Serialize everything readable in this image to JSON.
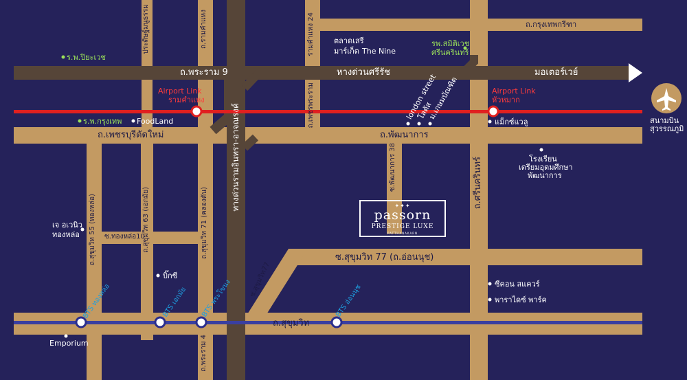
{
  "colors": {
    "background": "#25225a",
    "road": "#c39a62",
    "expressway": "#564538",
    "airport_link": "#e02020",
    "bts_line": "#3a3fa0",
    "hospital_dot": "#9be15a"
  },
  "roads": {
    "krungthep_kreetha": "ถ.กรุงเทพกรีฑา",
    "rama9": "ถ.พระราม 9",
    "si_rat_expressway": "หางด่วนศรีรัช",
    "motorway": "มอเตอร์เวย์",
    "phetchaburi": "ถ.เพชรบุรีตัดใหม่",
    "phatthanakan": "ถ.พัฒนาการ",
    "sukhumvit77": "ซ.สุขุมวิท 77 (ถ.อ่อนนุช)",
    "sukhumvit": "ถ.สุขุมวิท",
    "pracha_uthit": "ประดิษฐ์มนูธรรม",
    "ramkhamhaeng": "ถ.รามคำแหง",
    "ramkhamhaeng24": "รามคำแหง 24",
    "phetphraram": "ถ.เพชรพระราม",
    "chalerm_maha_nakhon": "ทางด่วนรามอินทรา-อาจณรงค์",
    "phatthanakan38": "ซ.พัฒนาการ 38",
    "srinakarin": "ถ.ศรีนครินทร์",
    "sukhumvit55": "ถ.สุขุมวิท 55 (ทองหล่อ)",
    "sukhumvit63": "ถ.สุขุมวิท 63 (เอกมัย)",
    "sukhumvit71": "ถ.สุขุมวิท 71 (คลองตัน)",
    "thonglo10": "ซ.ทองหล่อ10",
    "soi77": "ซ.สุขุมวิท77",
    "rama4": "ถ.พระราม 4"
  },
  "places": {
    "piyavate": "ร.พ.ปิยะเวช",
    "bangkok_hospital": "ร.พ.กรุงเทพ",
    "foodland": "FoodLand",
    "talad_seree": "ตลาดเสรี",
    "market": "มาร์เก็ต",
    "the_nine": "The Nine",
    "samitivej1": "รพ.สมิติเวช",
    "samitivej2": "ศรีนครินทร์",
    "london_street": "london street",
    "lotus": "โลตัส",
    "police_school": "ม.เกษมบัณฑิต",
    "makro": "แม็กซ์แวลู",
    "school1": "โรงเรียน",
    "school2": "เตรียมอุดมศึกษา",
    "school3": "พัฒนาการ",
    "j_avenue1": "เจ อเวนิว",
    "j_avenue2": "ทองหล่อ",
    "bigc": "บิ๊กซี",
    "seacon": "ซีคอน สแควร์",
    "paradise": "พาราไดซ์ พาร์ค",
    "emporium": "Emporium",
    "airport1": "สนามบิน",
    "airport2": "สุวรรณภูมิ"
  },
  "stations": {
    "al_ramkhamhaeng_1": "Airport Link",
    "al_ramkhamhaeng_2": "รามคำแหง",
    "al_huamak_1": "Airport Link",
    "al_huamak_2": "หัวหมาก",
    "bts_thonglo": "BTS ทองหล่อ",
    "bts_ekkamai": "BTS เอกมัย",
    "bts_phrakhanong": "BTS พระโขนง",
    "bts_onnut": "BTS อ่อนนุช"
  },
  "logo": {
    "stars": "✦✦✦",
    "name": "passorn",
    "subtitle": "PRESTIGE LUXE",
    "tagline": "PATTHANAKARN"
  }
}
